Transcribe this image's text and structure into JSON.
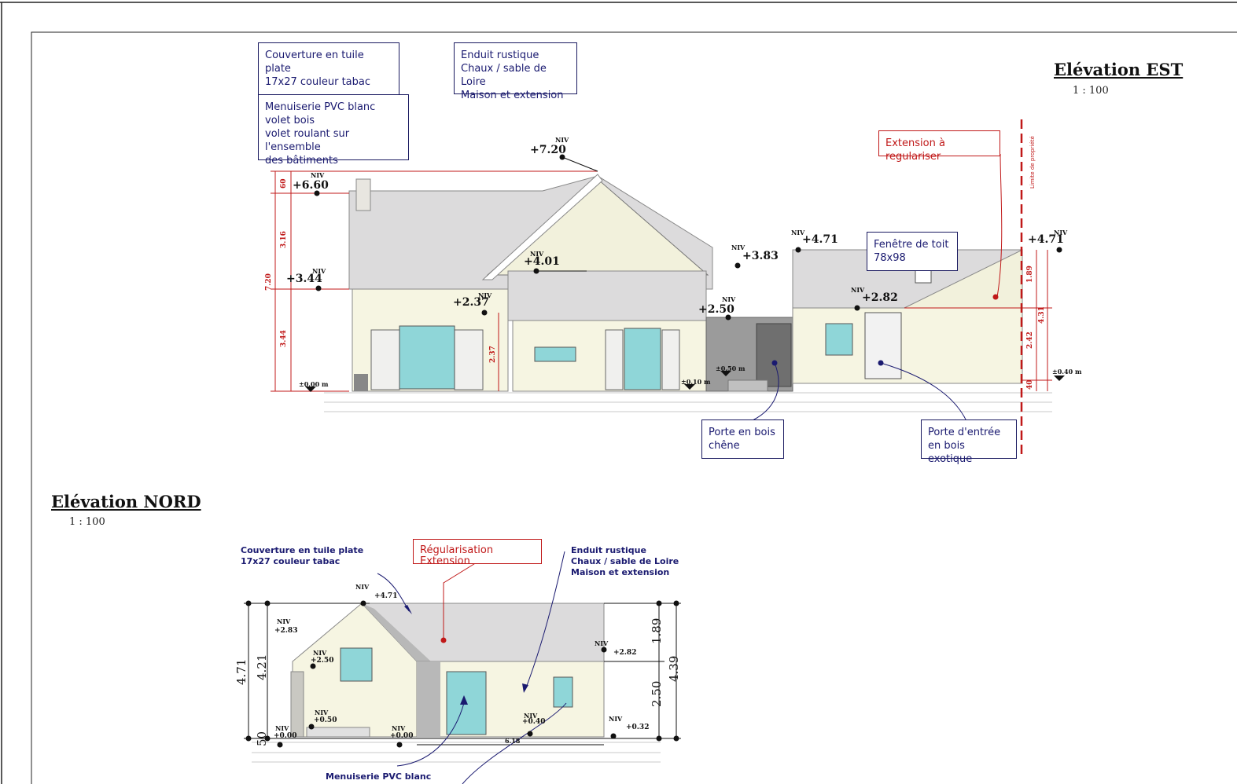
{
  "est": {
    "title": "Elévation EST",
    "scale": "1 : 100",
    "notes": {
      "couverture": "Couverture en tuile plate\n17x27 couleur tabac",
      "enduit": "Enduit rustique\nChaux / sable de Loire\nMaison et extension",
      "menuiserie": "Menuiserie PVC blanc\nvolet bois\nvolet roulant sur l'ensemble\ndes bâtiments",
      "extension": "Extension à regulariser",
      "fenetre_toit": "Fenêtre de toit\n78x98",
      "porte_bois": "Porte en bois\nchêne",
      "porte_entree": "Porte d'entrée\nen bois exotique"
    },
    "levels": {
      "l720": "+7.20",
      "l660": "+6.60",
      "l401": "+4.01",
      "l383": "+3.83",
      "l471a": "+4.71",
      "l471b": "+4.71",
      "l344": "+3.44",
      "l282": "+2.82",
      "l237": "+2.37",
      "l250": "+2.50",
      "l000": "±0.00 m",
      "l010": "±0.10 m",
      "l050": "±0.50 m",
      "l040": "±0.40 m"
    },
    "niv": "NIV",
    "dims": {
      "d60": "60",
      "d316": "3.16",
      "d720": "7.20",
      "d344": "3.44",
      "d237": "2.37",
      "d189": "1.89",
      "d431": "4.31",
      "d242": "2.42",
      "d40": "40"
    },
    "limite": "Limite de propriété"
  },
  "nord": {
    "title": "Elévation NORD",
    "scale": "1 : 100",
    "notes": {
      "couverture": "Couverture en tuile plate\n17x27 couleur tabac",
      "regularisation": "Régularisation Extension",
      "enduit": "Enduit rustique\nChaux / sable de Loire\nMaison et extension",
      "menuiserie": "Menuiserie PVC blanc"
    },
    "levels": {
      "l471": "+4.71",
      "l283": "+2.83",
      "l250": "+2.50",
      "l282": "+2.82",
      "l050": "+0.50",
      "l000a": "+0.00",
      "l000b": "+0.00",
      "l040": "+0.40",
      "l032": "+0.32"
    },
    "dims": {
      "d471": "4.71",
      "d421": "4.21",
      "d50": "50",
      "d189": "1.89",
      "d439": "4.39",
      "d250": "2.50",
      "d618": "6.18"
    }
  },
  "colors": {
    "wall": "#f6f5e2",
    "roof": "#dcdbdc",
    "glass": "#8fd6d8",
    "stone": "#c9c8c2",
    "dark": "#8c8c8c",
    "red": "#c01818",
    "navy": "#1a1a70"
  }
}
